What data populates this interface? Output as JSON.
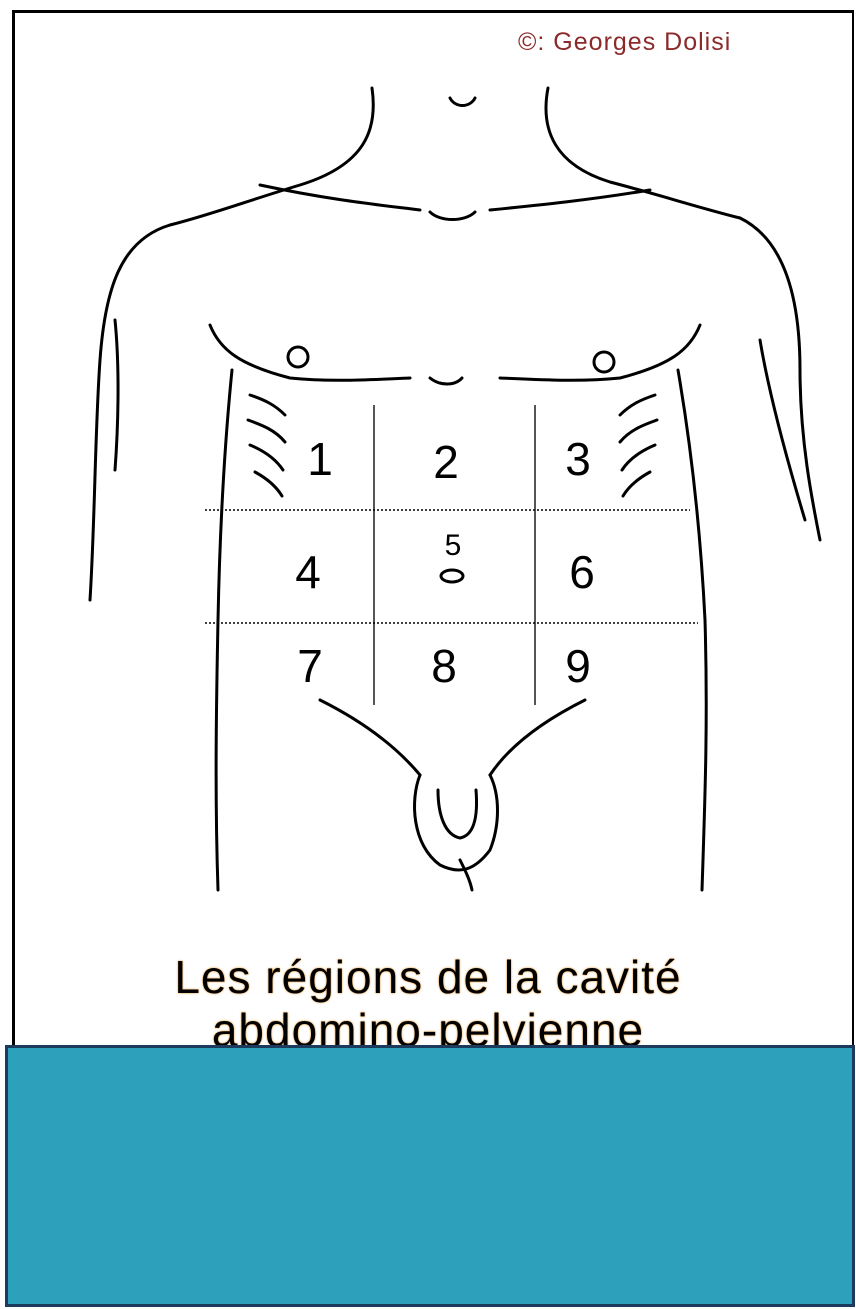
{
  "credit": "©: Georges Dolisi",
  "caption": {
    "line1": "Les régions de la cavité",
    "line2": "abdomino-pelvienne"
  },
  "regions": [
    {
      "label": "1"
    },
    {
      "label": "2"
    },
    {
      "label": "3"
    },
    {
      "label": "4"
    },
    {
      "label": "5"
    },
    {
      "label": "6"
    },
    {
      "label": "7"
    },
    {
      "label": "8"
    },
    {
      "label": "9"
    }
  ],
  "colors": {
    "banner": "#2da0bb",
    "banner_border": "#1b3a5c",
    "credit_text": "#8b2a2a",
    "line_art": "#000000"
  }
}
